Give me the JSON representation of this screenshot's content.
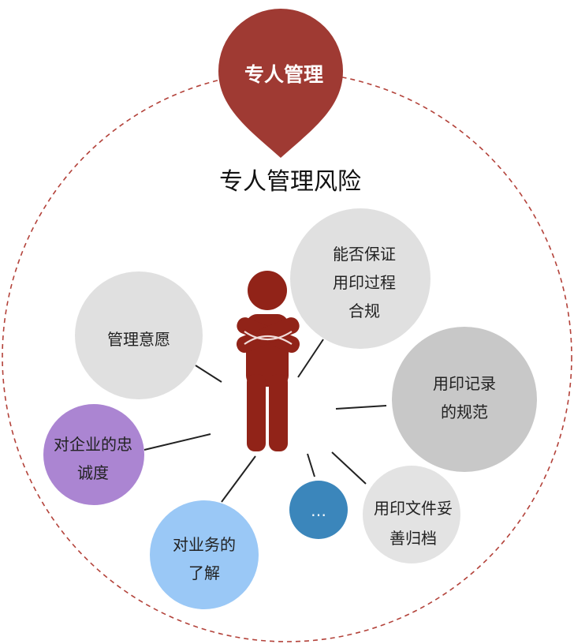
{
  "pin": {
    "label": "专人管理",
    "color": "#9f3a33"
  },
  "heading": "专人管理风险",
  "figure": {
    "icon": "person-arms-crossed-icon",
    "color": "#912318"
  },
  "nodes": [
    {
      "id": "compliance",
      "lines": [
        "能否保证",
        "用印过程",
        "合规"
      ],
      "fill": "#e0e0e0",
      "text": "#222222"
    },
    {
      "id": "willingness",
      "lines": [
        "管理意愿"
      ],
      "fill": "#e0e0e0",
      "text": "#222222"
    },
    {
      "id": "records",
      "lines": [
        "用印记录",
        "的规范"
      ],
      "fill": "#c8c8c8",
      "text": "#222222"
    },
    {
      "id": "loyalty",
      "lines": [
        "对企业的忠",
        "诚度"
      ],
      "fill": "#ab85d2",
      "text": "#222222"
    },
    {
      "id": "archive",
      "lines": [
        "用印文件妥",
        "善归档"
      ],
      "fill": "#e3e3e3",
      "text": "#222222"
    },
    {
      "id": "more",
      "lines": [
        "…"
      ],
      "fill": "#3b86bb",
      "text": "#ffffff"
    },
    {
      "id": "business",
      "lines": [
        "对业务的",
        "了解"
      ],
      "fill": "#9ac8f6",
      "text": "#222222"
    }
  ]
}
